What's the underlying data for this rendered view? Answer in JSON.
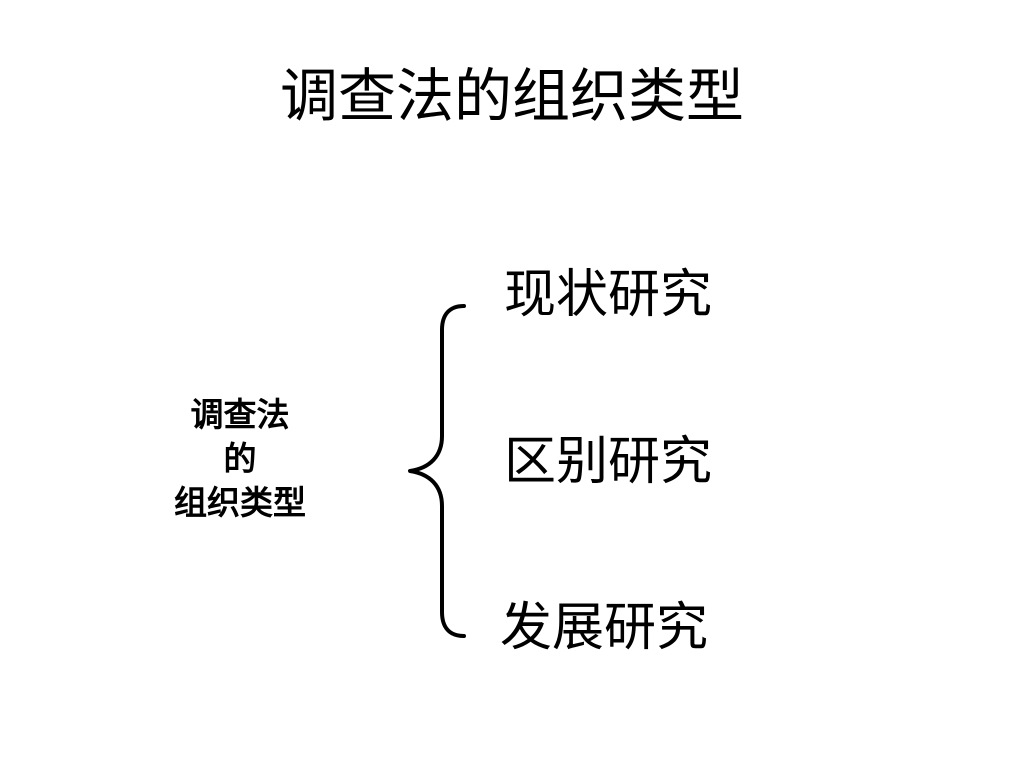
{
  "slide": {
    "title": "调查法的组织类型"
  },
  "diagram": {
    "root": {
      "line1": "调查法",
      "line2": "的",
      "line3": "组织类型"
    },
    "branches": [
      {
        "label": "现状研究"
      },
      {
        "label": "区别研究"
      },
      {
        "label": "发展研究"
      }
    ]
  }
}
